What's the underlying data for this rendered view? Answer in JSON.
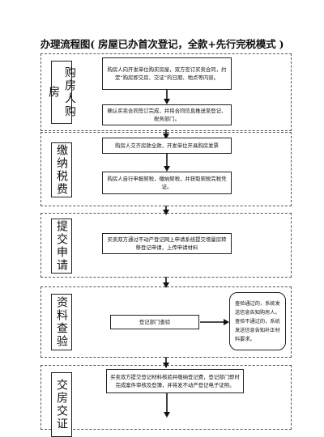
{
  "title": "办理流程图( 房屋已办首次登记，全款+先行完税模式 )",
  "sections": [
    {
      "label": "购房人购房",
      "steps": [
        "购房人向开发单位购买房屋，双方签订买卖合同，约定“购房即交房、交证”的日期、地点等内容。",
        "确认买卖合同签订完成，并将合同信息推送至登记、税务部门。"
      ]
    },
    {
      "label": "缴纳税费",
      "steps": [
        "购房人交齐房款全款，开发单位开具购房发票",
        "购房人自行申报契税，缴纳契税，并获取契税完税凭证。"
      ]
    },
    {
      "label": "提交申请",
      "steps": [
        "买卖双方通过不动产登记网上申请系统提交增量房转移登记申请，上传申请材料"
      ]
    },
    {
      "label": "资料查验",
      "steps": [
        "登记部门查验"
      ],
      "note": "查验通过的，系统发送信息告知购房人。查验不通过的，系统发送信息告知补正材料要求。"
    },
    {
      "label": "交房交证",
      "steps": [
        "买卖双方提交登记材料核验并缴纳登记费，登记部门即时完成案件审核及登簿，并将发不动产登记电子证照。"
      ]
    }
  ]
}
